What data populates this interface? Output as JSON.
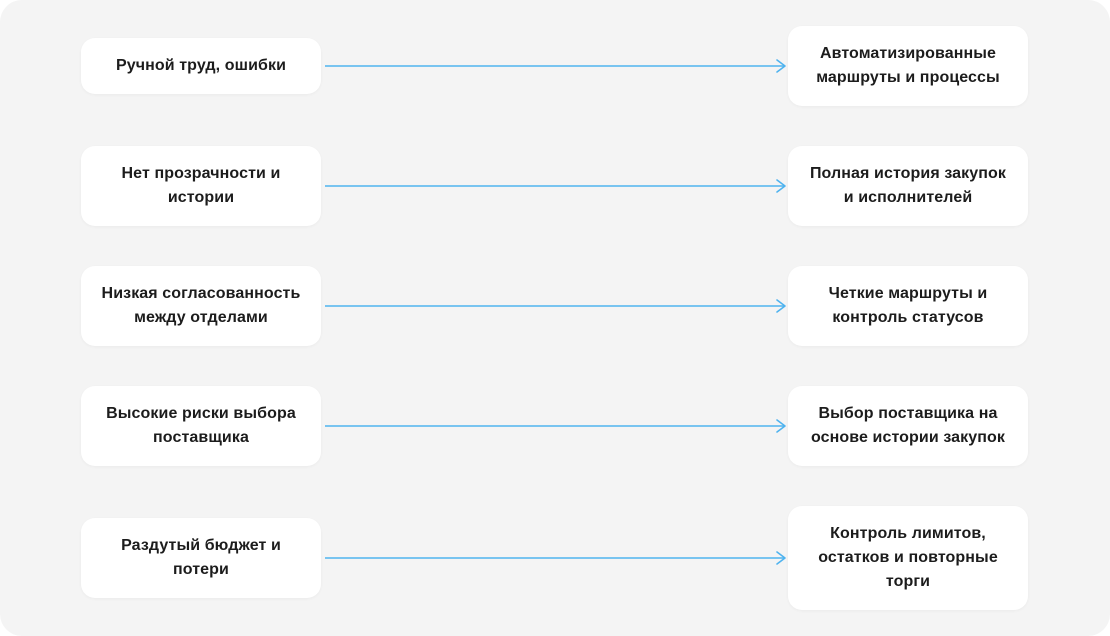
{
  "colors": {
    "background": "#f4f4f4",
    "card": "#ffffff",
    "text": "#1c1c1c",
    "arrow": "#4fb3ef"
  },
  "rows": [
    {
      "problem": "Ручной труд, ошибки",
      "solution": "Автоматизированные маршруты и процессы"
    },
    {
      "problem": "Нет прозрачности и истории",
      "solution": "Полная история закупок и исполнителей"
    },
    {
      "problem": "Низкая согласованность между отделами",
      "solution": "Четкие маршруты и контроль статусов"
    },
    {
      "problem": "Высокие риски выбора поставщика",
      "solution": "Выбор поставщика на основе истории закупок"
    },
    {
      "problem": "Раздутый бюджет и потери",
      "solution": "Контроль лимитов, остатков и повторные торги"
    }
  ]
}
